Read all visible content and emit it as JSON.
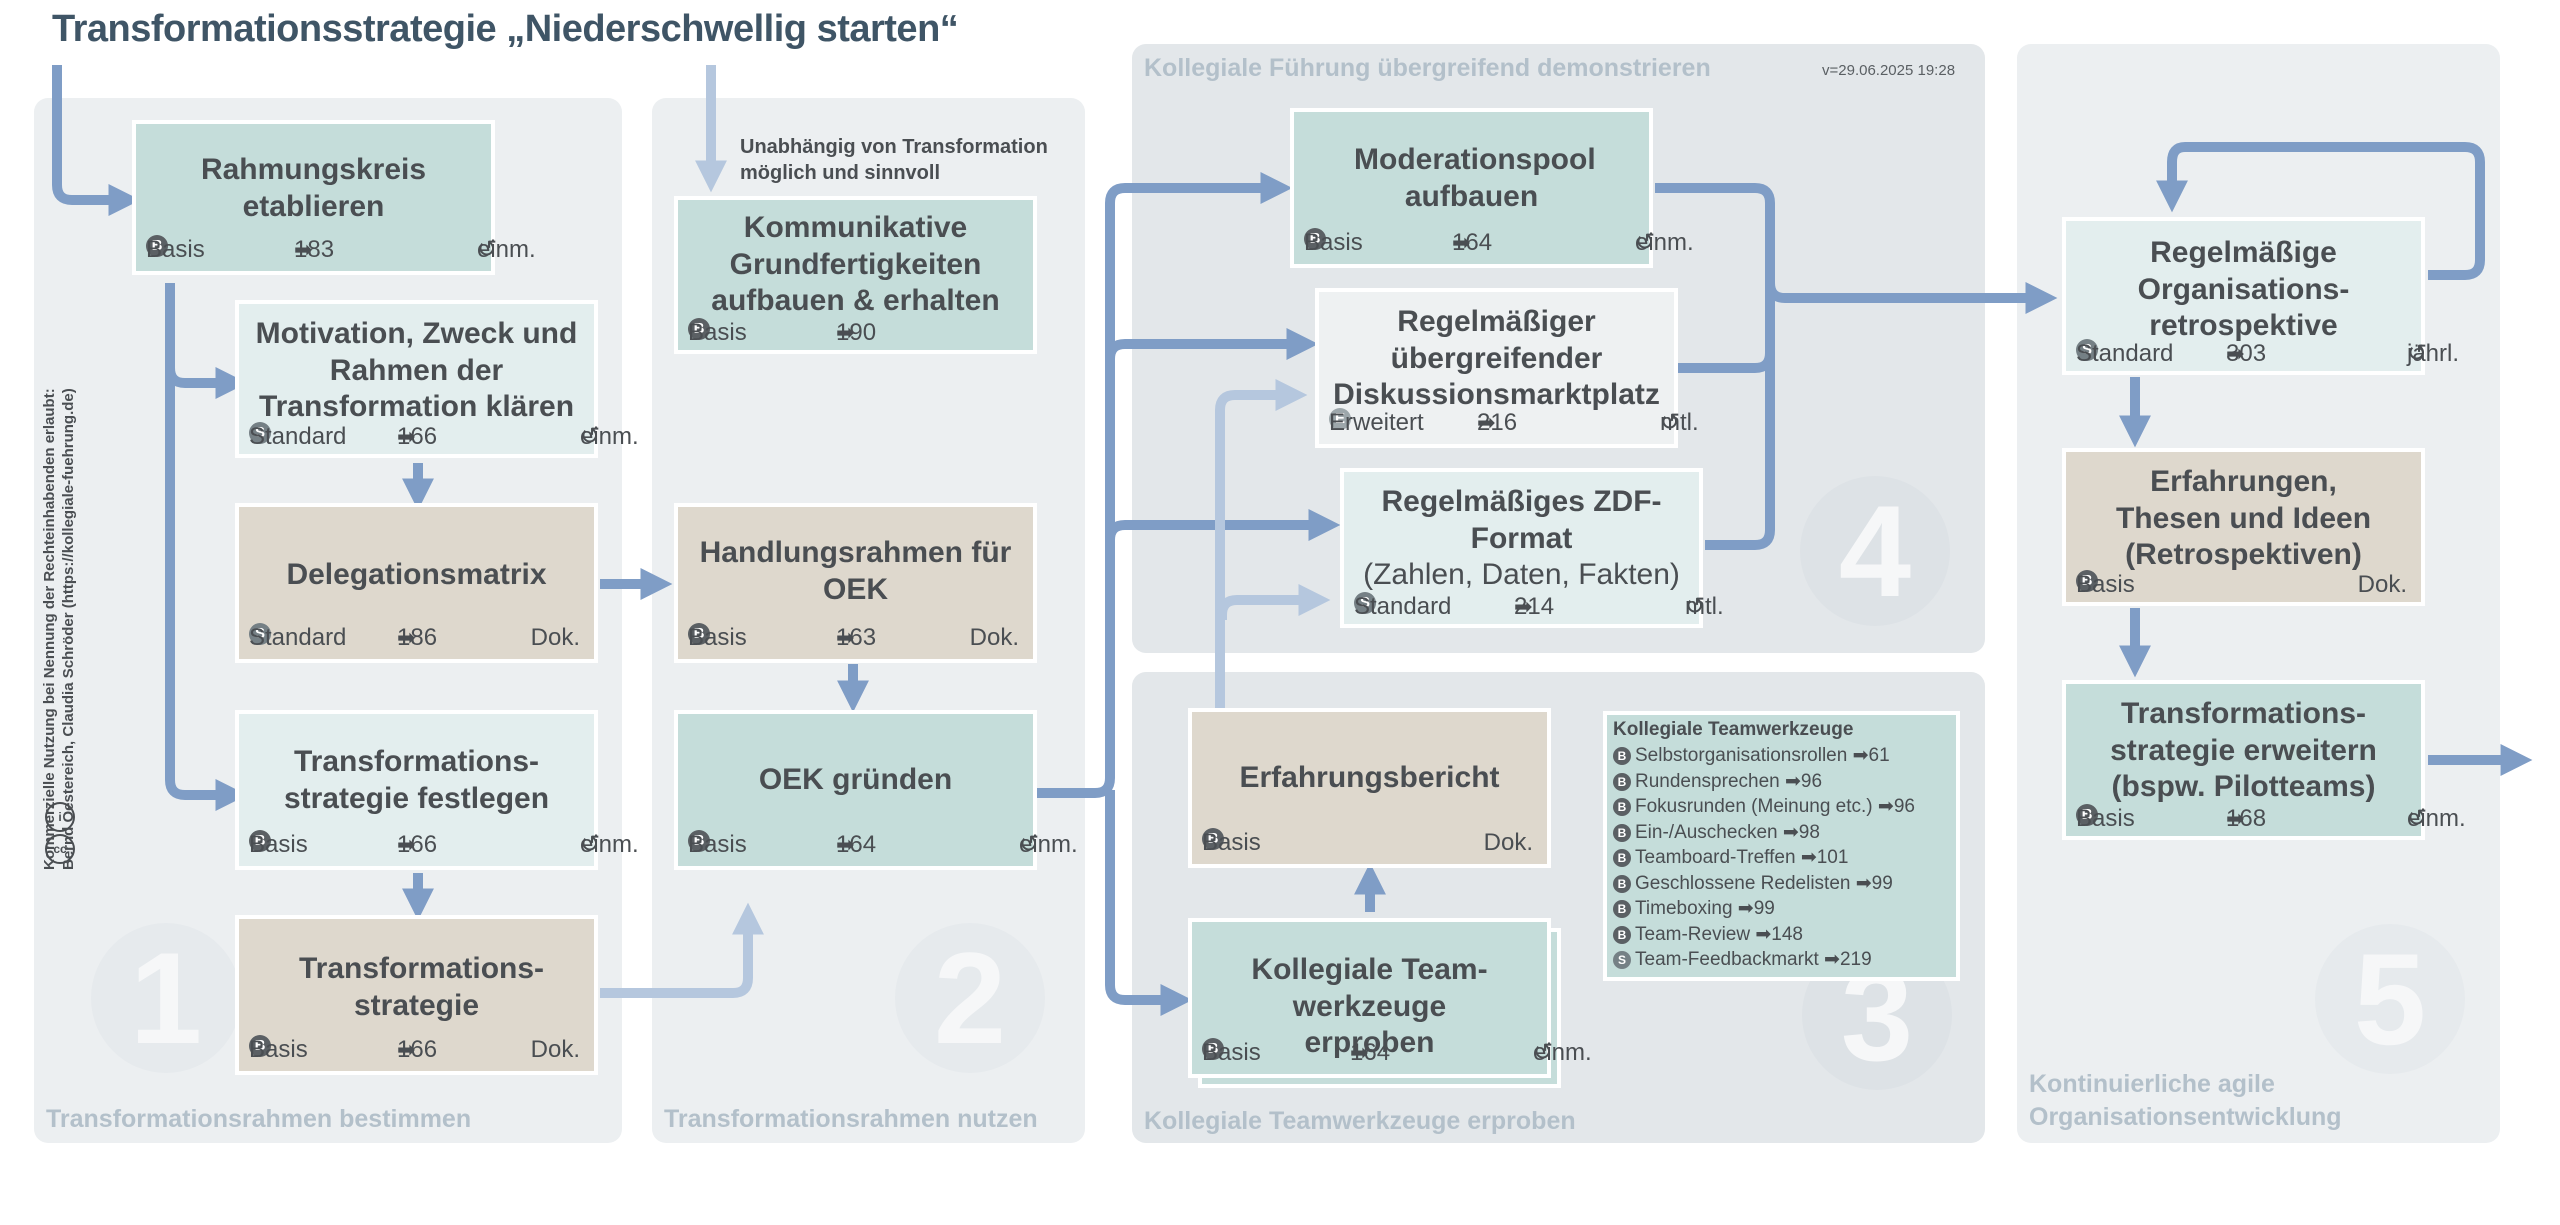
{
  "title": "Transformationsstrategie „Niederschwellig starten“",
  "version": "v=29.06.2025 19:28",
  "license": {
    "line1": "Kommerzielle Nutzung bei Nennung der Rechteinhabenden erlaubt:",
    "line2": "Bernd Oestereich, Claudia Schröder (https://kollegiale-fuehrung.de)",
    "cc": "cc",
    "by": "i"
  },
  "icon_glyph": "➡",
  "cycle_glyph": "↺",
  "panels": [
    {
      "number": "1",
      "label": "Transformationsrahmen bestimmen"
    },
    {
      "number": "2",
      "label": "Transformationsrahmen nutzen"
    },
    {
      "number": "4",
      "label": "Kollegiale Führung übergreifend demonstrieren"
    },
    {
      "number": "3",
      "label": "Kollegiale Teamwerkzeuge erproben"
    },
    {
      "number": "5",
      "label": "Kontinuierliche agile Organisationsentwicklung"
    }
  ],
  "note": "Unabhängig von Transformation möglich und sinnvoll",
  "boxes": {
    "rahmungskreis": {
      "title": "Rahmungskreis etablieren",
      "badge": "B",
      "level": "Basis",
      "ref": "183",
      "freq": "einm."
    },
    "motivation": {
      "title": "Motivation, Zweck und Rahmen der Transformation klären",
      "badge": "S",
      "level": "Standard",
      "ref": "166",
      "freq": "einm."
    },
    "delegation": {
      "title": "Delegationsmatrix",
      "badge": "S",
      "level": "Standard",
      "ref": "186",
      "freq": "Dok."
    },
    "festlegen": {
      "title": "Transformations- strategie festlegen",
      "badge": "B",
      "level": "Basis",
      "ref": "166",
      "freq": "einm."
    },
    "strategie": {
      "title": "Transformations- strategie",
      "badge": "B",
      "level": "Basis",
      "ref": "166",
      "freq": "Dok."
    },
    "kommunikativ": {
      "title": "Kommunikative Grundfertigkeiten aufbauen & erhalten",
      "badge": "B",
      "level": "Basis",
      "ref": "190"
    },
    "handlungsrahmen": {
      "title": "Handlungsrahmen für OEK",
      "badge": "B",
      "level": "Basis",
      "ref": "163",
      "freq": "Dok."
    },
    "oek": {
      "title": "OEK gründen",
      "badge": "B",
      "level": "Basis",
      "ref": "164",
      "freq": "einm."
    },
    "moderationspool": {
      "title": "Moderationspool aufbauen",
      "badge": "B",
      "level": "Basis",
      "ref": "164",
      "freq": "einm."
    },
    "markt": {
      "title": "Regelmäßiger übergreifender Diskussionsmarktplatz",
      "badge": "E",
      "level": "Erweitert",
      "ref": "216",
      "freq": "mtl."
    },
    "zdf": {
      "title": "Regelmäßiges ZDF-Format",
      "subtitle": "(Zahlen, Daten, Fakten)",
      "badge": "S",
      "level": "Standard",
      "ref": "214",
      "freq": "mtl."
    },
    "bericht": {
      "title": "Erfahrungsbericht",
      "badge": "B",
      "level": "Basis",
      "freq": "Dok."
    },
    "teamwerkzeuge": {
      "title": "Kollegiale Team- werkzeuge erproben",
      "badge": "B",
      "level": "Basis",
      "ref": "164",
      "freq": "einm."
    },
    "retro": {
      "title": "Regelmäßige Organisations- retrospektive",
      "badge": "S",
      "level": "Standard",
      "ref": "303",
      "freq": "jährl."
    },
    "erfahrungen": {
      "title": "Erfahrungen, Thesen und Ideen (Retrospektiven)",
      "badge": "B",
      "level": "Basis",
      "freq": "Dok."
    },
    "erweitern": {
      "title": "Transformations- strategie erweitern (bspw. Pilotteams)",
      "badge": "B",
      "level": "Basis",
      "ref": "168",
      "freq": "einm."
    }
  },
  "toolbox": {
    "title": "Kollegiale Teamwerkzeuge",
    "items": [
      {
        "badge": "B",
        "label": "Selbstorganisationsrollen",
        "ref": "61"
      },
      {
        "badge": "B",
        "label": "Rundensprechen",
        "ref": "96"
      },
      {
        "badge": "B",
        "label": "Fokusrunden (Meinung etc.)",
        "ref": "96"
      },
      {
        "badge": "B",
        "label": "Ein-/Auschecken",
        "ref": "98"
      },
      {
        "badge": "B",
        "label": "Teamboard-Treffen",
        "ref": "101"
      },
      {
        "badge": "B",
        "label": "Geschlossene Redelisten",
        "ref": "99"
      },
      {
        "badge": "B",
        "label": "Timeboxing",
        "ref": "99"
      },
      {
        "badge": "B",
        "label": "Team-Review",
        "ref": "148"
      },
      {
        "badge": "S",
        "label": "Team-Feedbackmarkt",
        "ref": "219"
      }
    ]
  },
  "colors": {
    "arrow": "#7f9dc6",
    "arrow_light": "#b5c7de",
    "teal": "#c5ddda",
    "beige": "#ded8cd",
    "panel": "#eceff1"
  }
}
